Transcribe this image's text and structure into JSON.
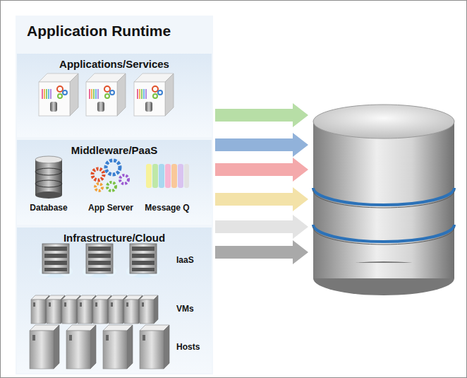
{
  "diagram": {
    "title": "Application Runtime",
    "nodes": [
      {
        "text": [
          "Application Runtime"
        ]
      },
      {
        "text": [
          "Applications/Services"
        ],
        "in": 0
      },
      {
        "text": [
          "Middleware/PaaS"
        ],
        "in": 0
      },
      {
        "text": [
          "Infrastructure/Cloud"
        ],
        "in": 0
      }
    ],
    "labels": [
      "Database",
      "App Server",
      "Message Q",
      "IaaS",
      "VMs",
      "Hosts"
    ]
  }
}
